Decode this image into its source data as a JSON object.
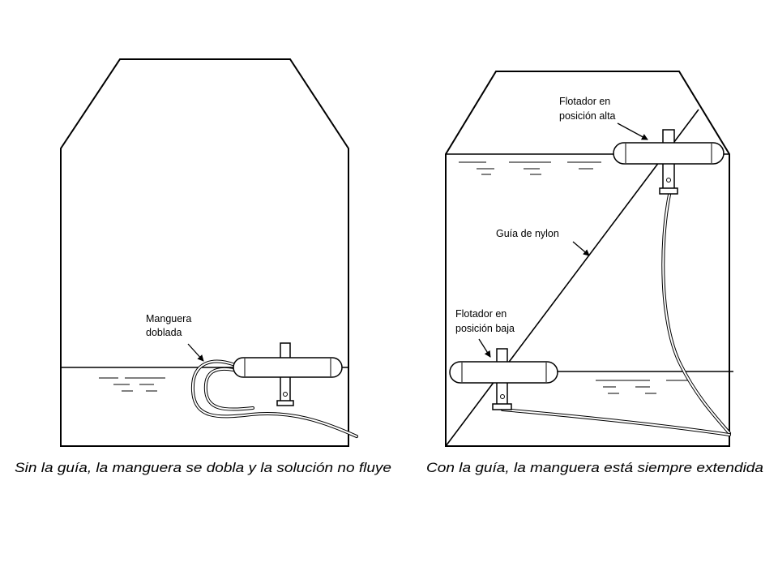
{
  "left_panel": {
    "label_hose": [
      "Manguera",
      "doblada"
    ],
    "caption": "Sin la guía, la manguera se dobla y la solución no fluye"
  },
  "right_panel": {
    "label_float_high": [
      "Flotador en",
      "posición alta"
    ],
    "label_guide": "Guía de nylon",
    "label_float_low": [
      "Flotador en",
      "posición baja"
    ],
    "caption": "Con la guía, la manguera está siempre extendida"
  }
}
